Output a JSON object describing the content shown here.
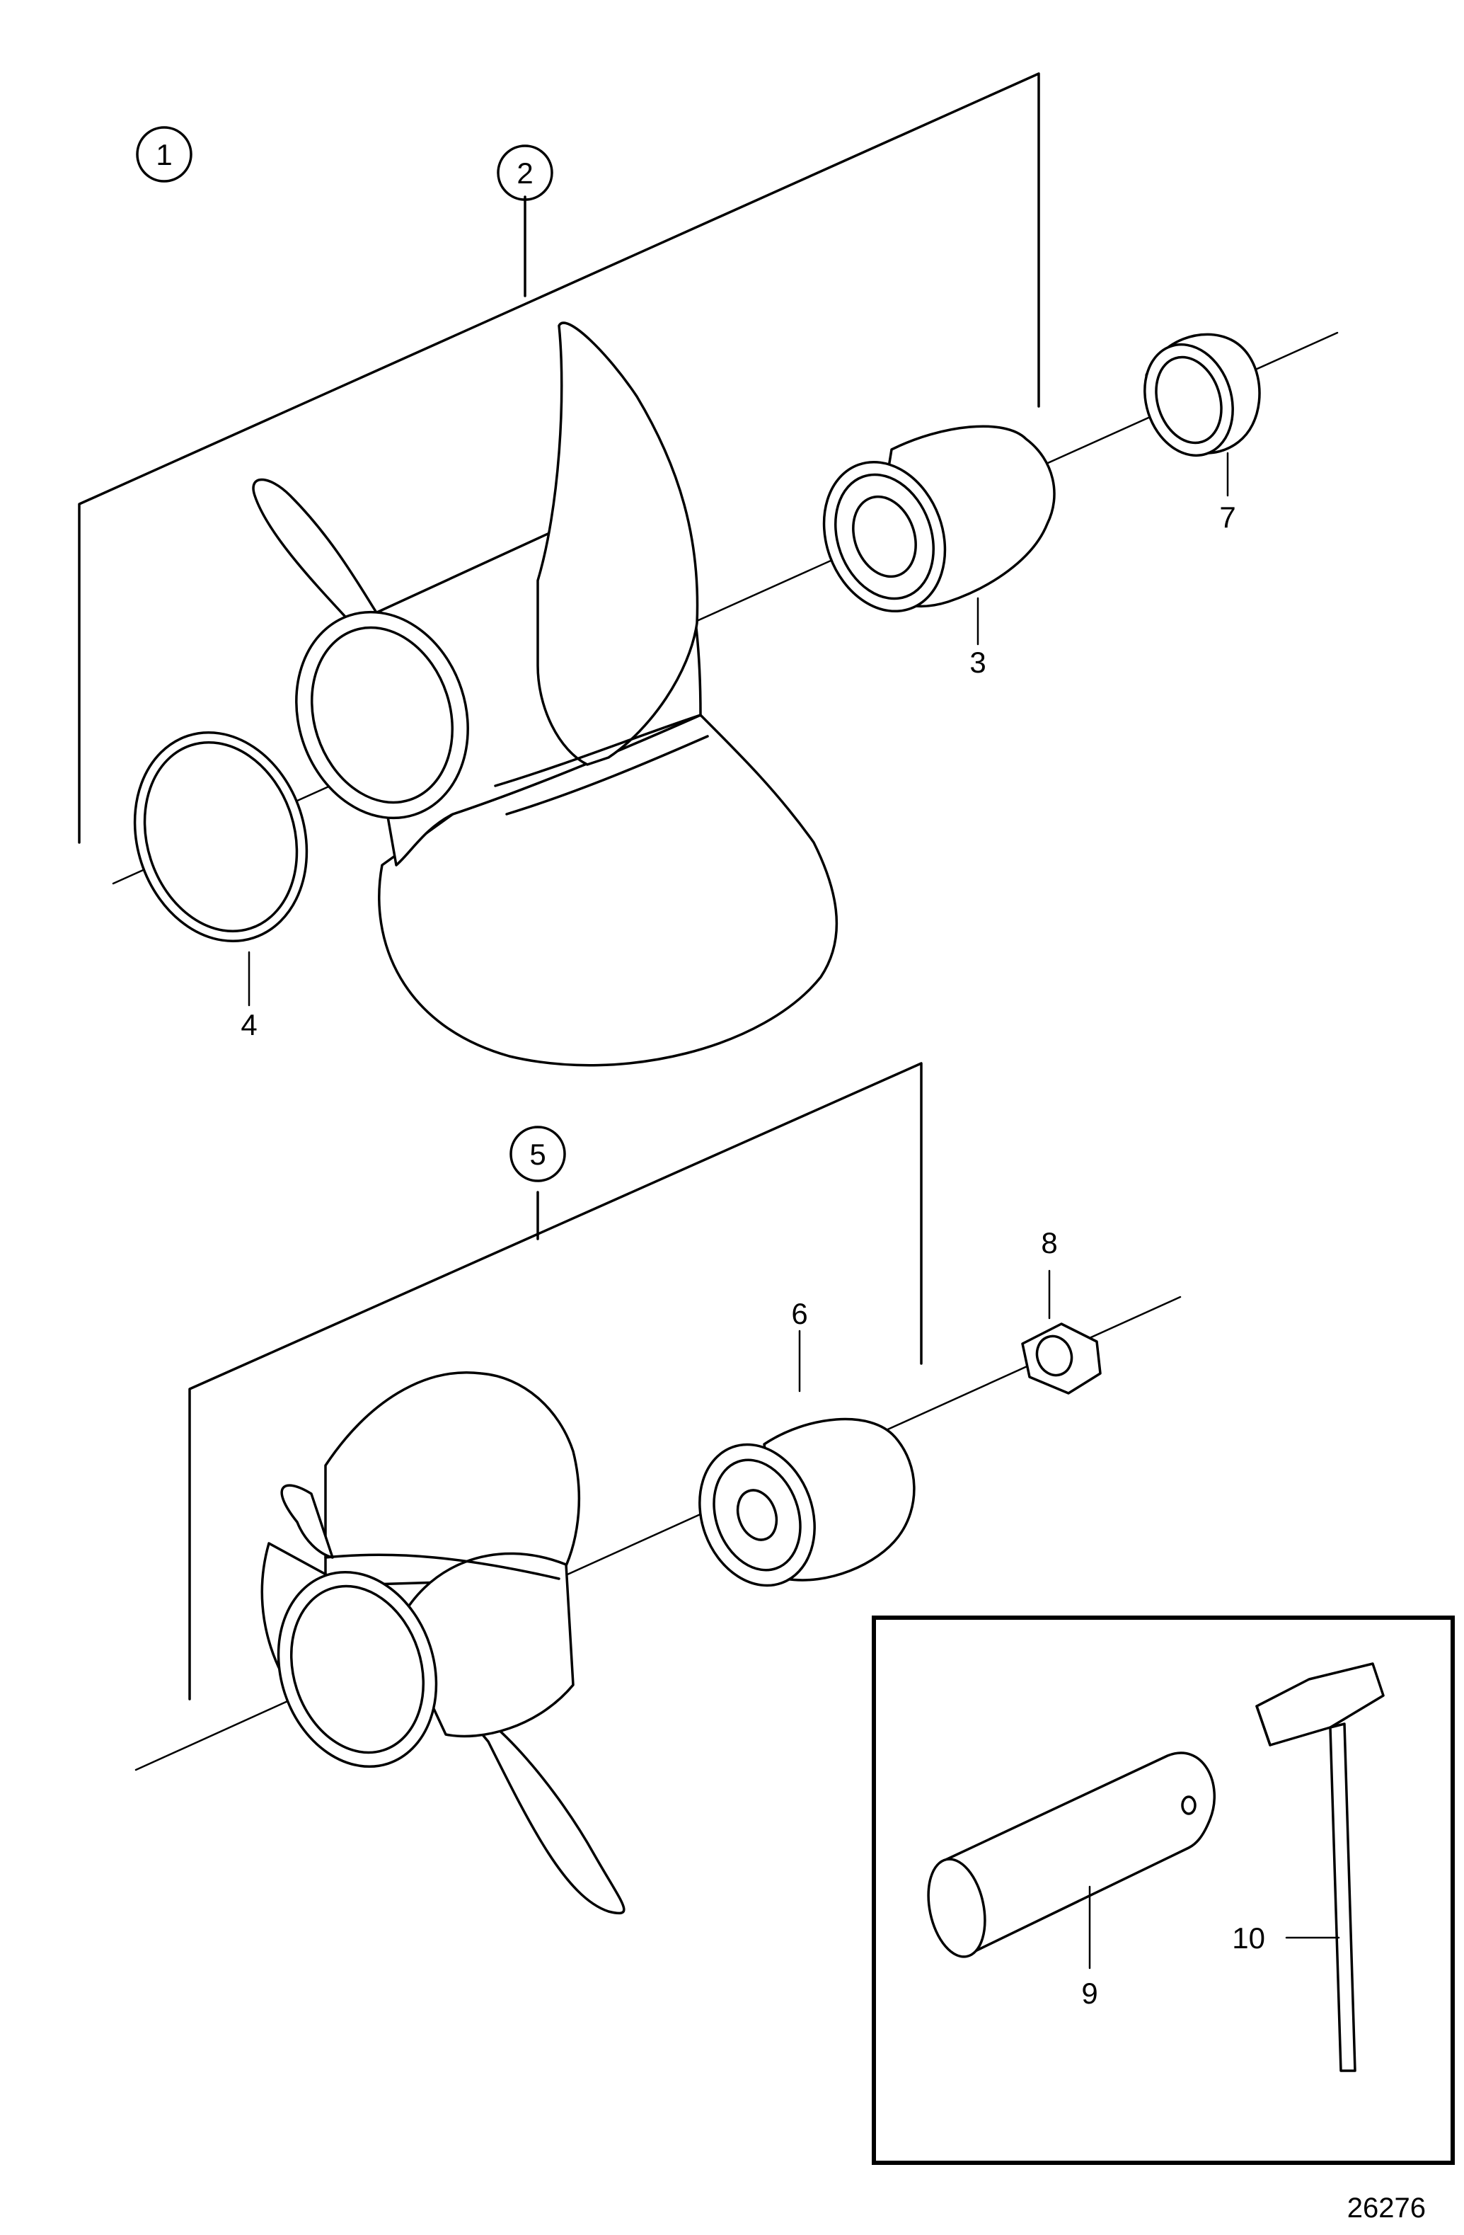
{
  "diagram": {
    "circled_labels": [
      {
        "id": "c1",
        "text": "1"
      },
      {
        "id": "c2",
        "text": "2"
      },
      {
        "id": "c5",
        "text": "5"
      }
    ],
    "callouts": [
      {
        "id": "p3",
        "text": "3"
      },
      {
        "id": "p4",
        "text": "4"
      },
      {
        "id": "p6",
        "text": "6"
      },
      {
        "id": "p7",
        "text": "7"
      },
      {
        "id": "p8",
        "text": "8"
      },
      {
        "id": "p9",
        "text": "9"
      },
      {
        "id": "p10",
        "text": "10"
      }
    ],
    "drawing_number": "26276"
  }
}
